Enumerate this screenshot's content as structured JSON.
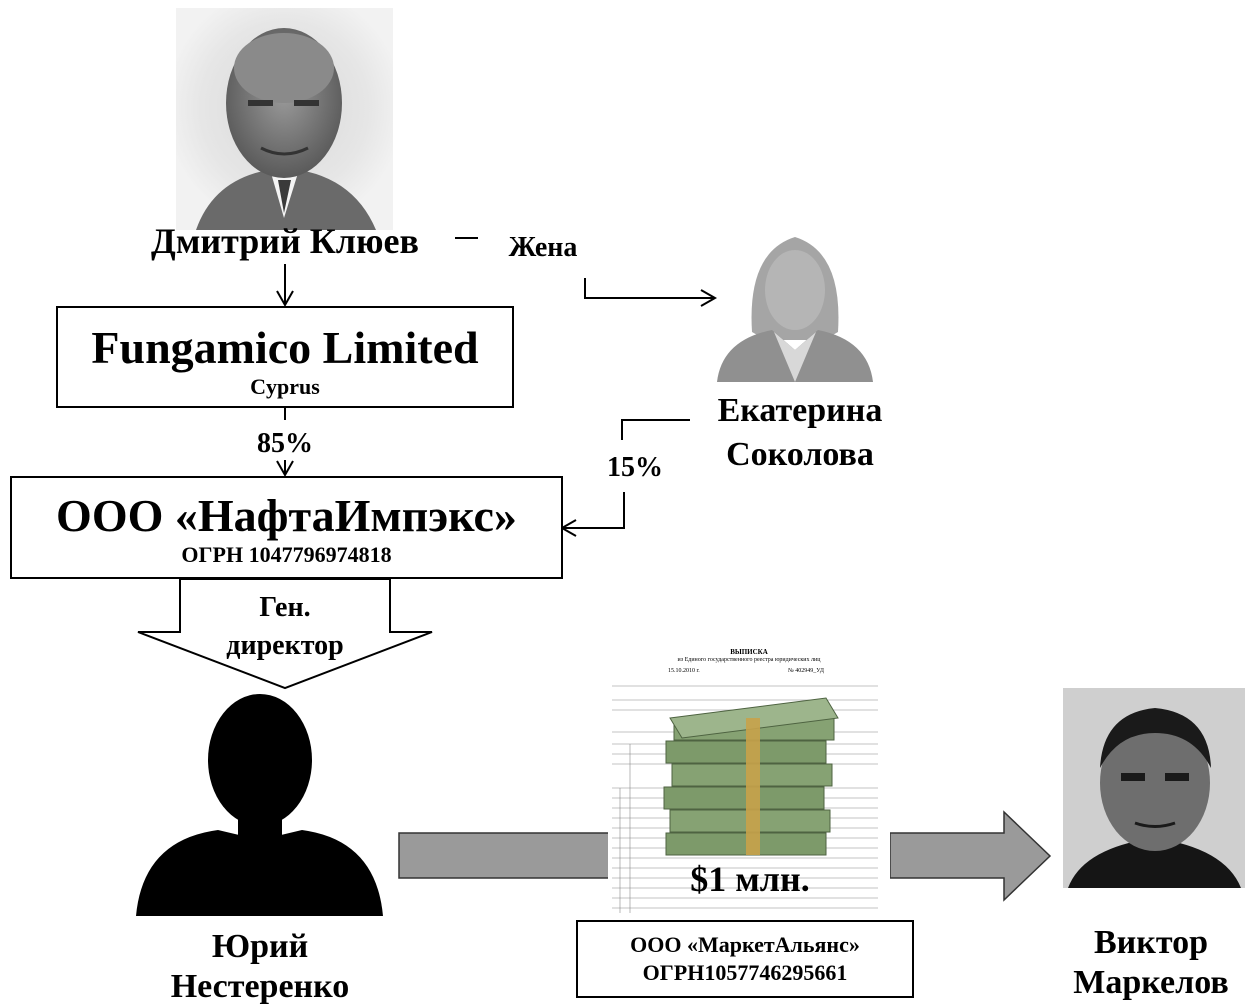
{
  "persons": {
    "klyuev": {
      "name": "Дмитрий Клюев"
    },
    "sokolova": {
      "name_line1": "Екатерина",
      "name_line2": "Соколова"
    },
    "nesterenko": {
      "name_line1": "Юрий",
      "name_line2": "Нестеренко"
    },
    "markelov": {
      "name_line1": "Виктор",
      "name_line2": "Маркелов"
    }
  },
  "relations": {
    "wife": "Жена",
    "share_fungamico": "85%",
    "share_sokolova": "15%",
    "gen_director_line1": "Ген.",
    "gen_director_line2": "директор"
  },
  "companies": {
    "fungamico": {
      "name": "Fungamico Limited",
      "country": "Cyprus"
    },
    "naftaimpex": {
      "name": "ООО «НафтаИмпэкс»",
      "ogrn": "ОГРН 1047796974818"
    },
    "marketalyans": {
      "name": "ООО «МаркетАльянс»",
      "ogrn": "ОГРН1057746295661"
    }
  },
  "document": {
    "title": "ВЫПИСКА",
    "subtitle": "из Единого государственного реестра юридических лиц",
    "date": "15.10.2010 г.",
    "number": "№ 402949_УД"
  },
  "transfer": {
    "amount": "$1 млн."
  },
  "colors": {
    "arrow_fill": "#9a9a9a",
    "money_green": "#7d9a6a",
    "band": "#c8a24a"
  }
}
